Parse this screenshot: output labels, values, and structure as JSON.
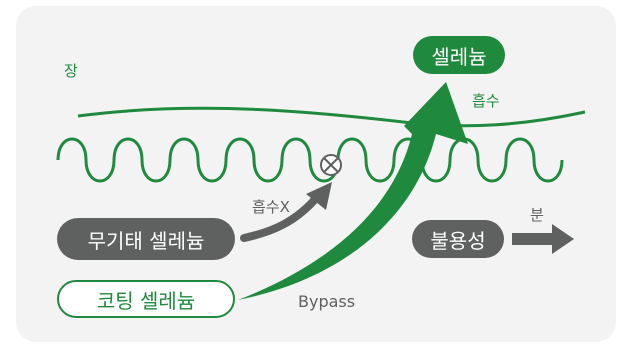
{
  "labels": {
    "intestine": "장",
    "selenium_product": "셀레늄",
    "absorb": "흡수",
    "no_absorb": "흡수X",
    "inorganic_selenium": "무기태 셀레늄",
    "coated_selenium": "코팅 셀레늄",
    "bypass": "Bypass",
    "insoluble": "불용성",
    "feces": "분"
  },
  "colors": {
    "green": "#1f8a3d",
    "gray": "#5f6060",
    "panel": "#f2f3f2"
  }
}
